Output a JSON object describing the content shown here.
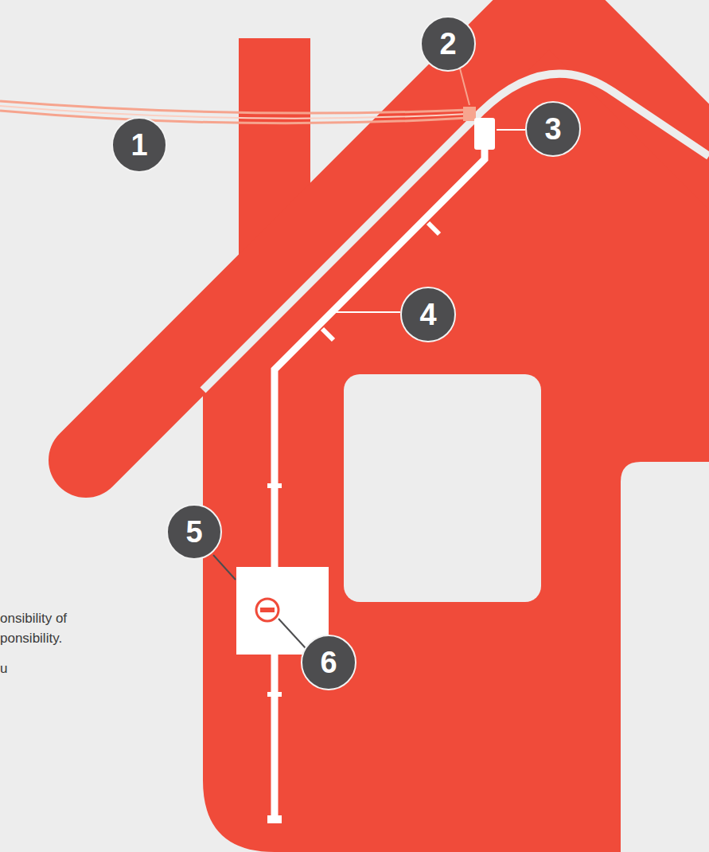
{
  "diagram": {
    "nodes": [
      {
        "text": [
          "1"
        ]
      },
      {
        "text": [
          "2"
        ]
      },
      {
        "text": [
          "3"
        ]
      },
      {
        "text": [
          "4"
        ]
      },
      {
        "text": [
          "5"
        ]
      },
      {
        "text": [
          "6"
        ]
      }
    ],
    "labels": [
      "onsibility of",
      "ponsibility.",
      "u"
    ]
  }
}
